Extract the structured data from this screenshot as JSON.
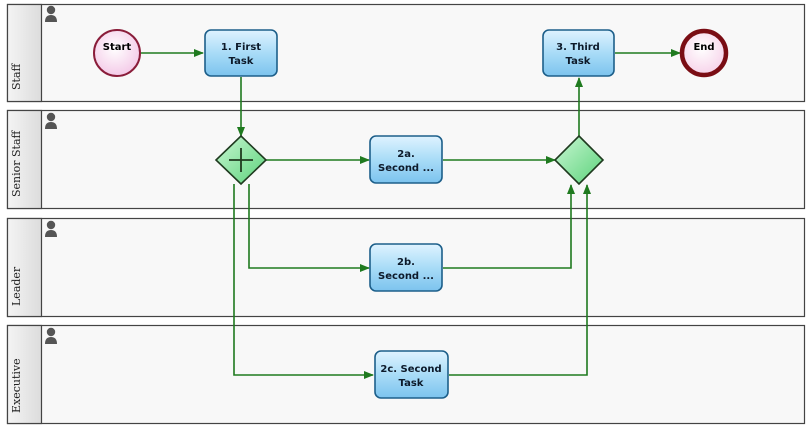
{
  "lanes": [
    {
      "id": "staff",
      "label": "Staff"
    },
    {
      "id": "senior",
      "label": "Senior Staff"
    },
    {
      "id": "leader",
      "label": "Leader"
    },
    {
      "id": "exec",
      "label": "Executive"
    }
  ],
  "events": {
    "start": {
      "label": "Start"
    },
    "end": {
      "label": "End"
    }
  },
  "tasks": {
    "t1": {
      "line1": "1. First",
      "line2": "Task"
    },
    "t2a": {
      "line1": "2a.",
      "line2": "Second ..."
    },
    "t2b": {
      "line1": "2b.",
      "line2": "Second ..."
    },
    "t2c": {
      "line1": "2c. Second",
      "line2": "Task"
    },
    "t3": {
      "line1": "3. Third",
      "line2": "Task"
    }
  },
  "gateways": {
    "split": {
      "kind": "parallel",
      "icon": "plus-icon"
    },
    "join": {
      "kind": "merge",
      "icon": "none"
    }
  },
  "colors": {
    "connector": "#1f7a1f",
    "task_fill": "#a9dcf7",
    "task_border": "#1d5f8a",
    "gateway_fill": "#7fe39a",
    "start_fill": "#f7d6ee",
    "end_border": "#7a0d14"
  }
}
